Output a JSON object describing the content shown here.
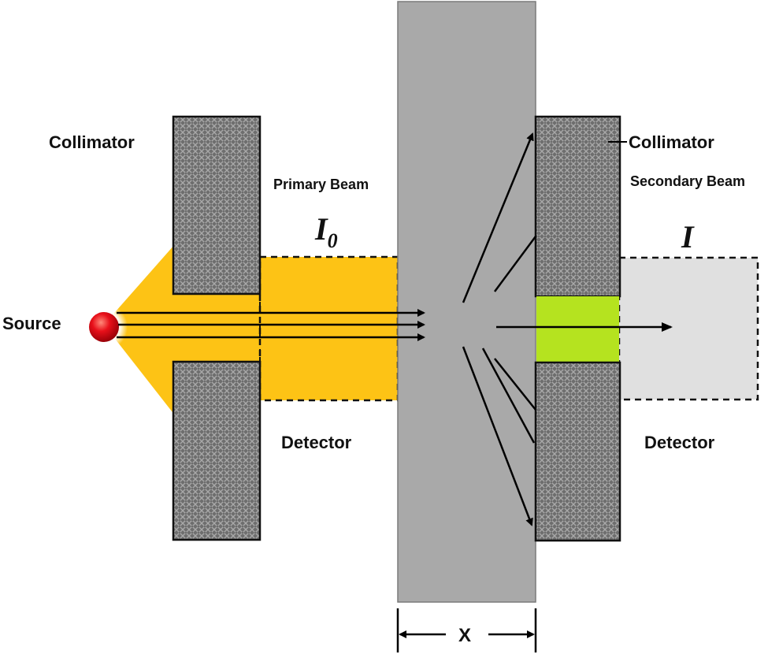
{
  "labels": {
    "source": "Source",
    "collimator_left": "Collimator",
    "collimator_right": "Collimator",
    "primary_beam": "Primary Beam",
    "secondary_beam": "Secondary Beam",
    "detector_left": "Detector",
    "detector_right": "Detector",
    "i0_main": "I",
    "i0_sub": "0",
    "i_label": "I",
    "thickness": "X"
  },
  "colors": {
    "source": "#e8101a",
    "beam_cone": "#fdc315",
    "primary_detector": "#fdc315",
    "secondary_detector": "#e0e0e0",
    "sample": "#a9a9a9",
    "collimator": "#7d7d7d",
    "aperture": "#b5e31f",
    "arrows": "#000000"
  }
}
